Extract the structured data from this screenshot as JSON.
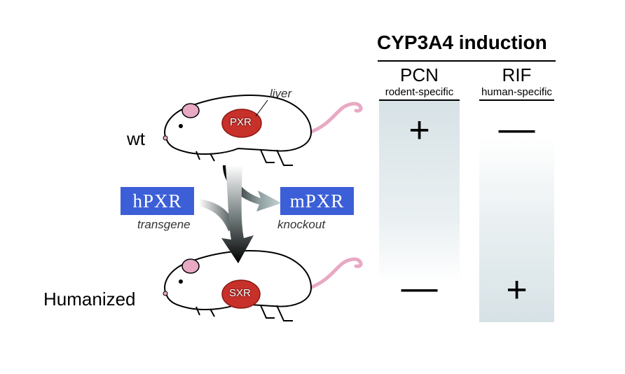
{
  "rows": {
    "wt_label": "wt",
    "humanized_label": "Humanized"
  },
  "mouse_top": {
    "organ_label": "PXR",
    "liver_label": "liver"
  },
  "mouse_bottom": {
    "organ_label": "SXR"
  },
  "transgene": {
    "box_label": "hPXR",
    "caption": "transgene"
  },
  "knockout": {
    "box_label": "mPXR",
    "caption": "knockout"
  },
  "induction": {
    "title": "CYP3A4 induction",
    "columns": [
      {
        "name": "PCN",
        "subtitle": "rodent-specific",
        "wt": "+",
        "humanized": "—"
      },
      {
        "name": "RIF",
        "subtitle": "human-specific",
        "wt": "—",
        "humanized": "+"
      }
    ]
  },
  "colors": {
    "box_blue": "#3c5fd8",
    "liver_red": "#c8302a",
    "tail_pink": "#e8a9c4",
    "gradient_gray": "#d7e2e6"
  }
}
